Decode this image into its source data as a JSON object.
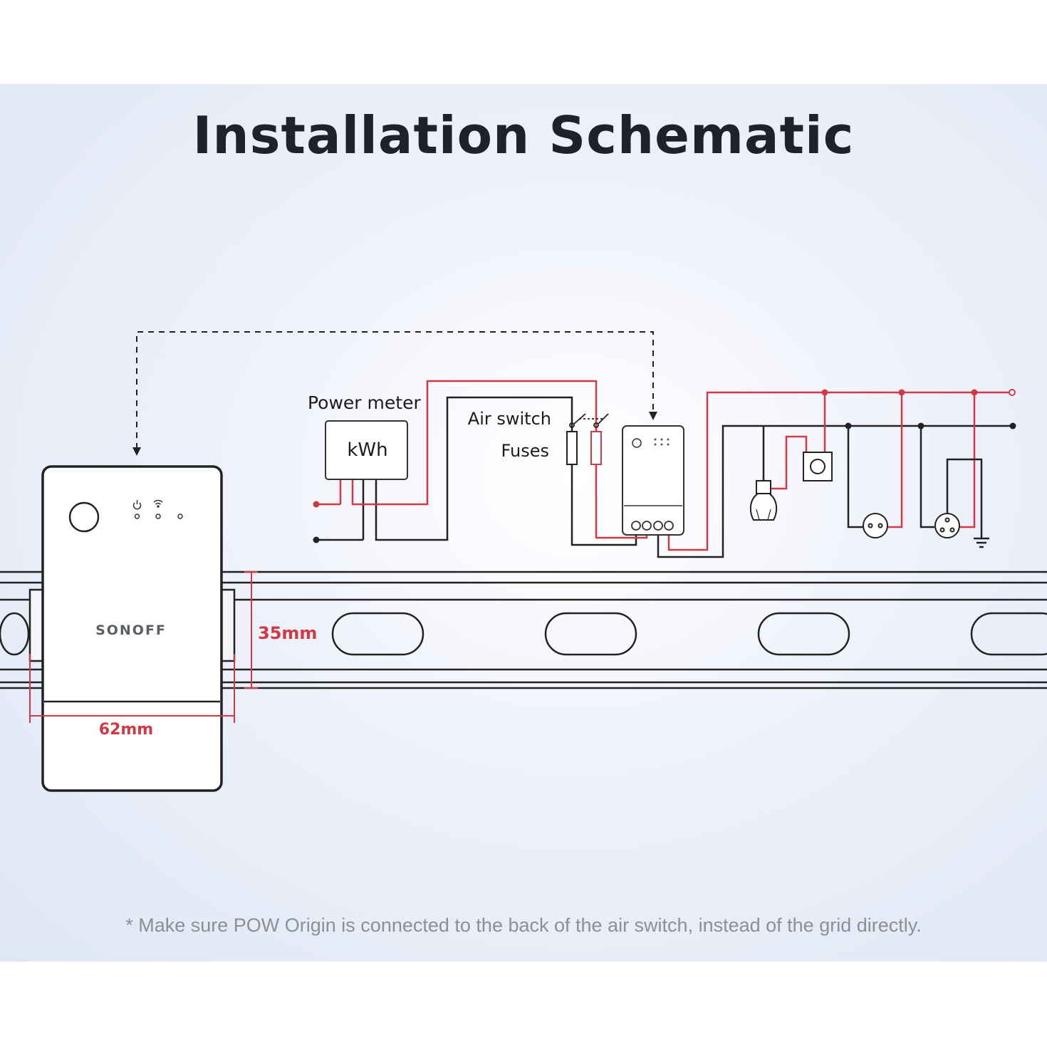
{
  "title": "Installation Schematic",
  "footnote": "* Make sure POW Origin is connected to the back of the air switch, instead of the grid directly.",
  "labels": {
    "power_meter": "Power meter",
    "kwh": "kWh",
    "air_switch": "Air switch",
    "fuses": "Fuses",
    "brand": "SONOFF",
    "width_dimension": "62mm",
    "height_dimension": "35mm"
  },
  "colors": {
    "live_wire": "#d13a44",
    "neutral_wire": "#222222",
    "dimension": "#d13a44",
    "outline": "#222222"
  }
}
